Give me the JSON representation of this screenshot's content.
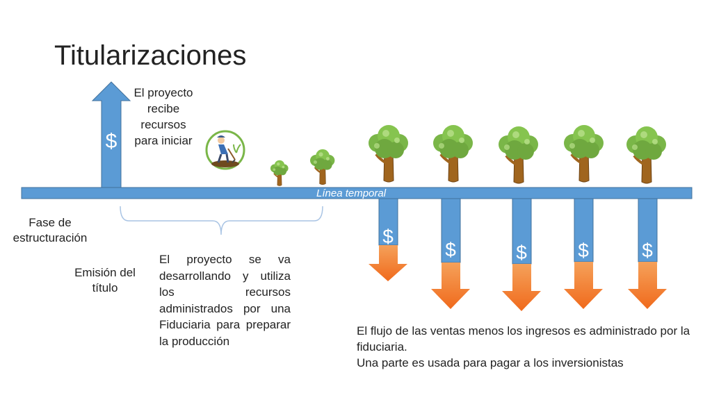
{
  "slide": {
    "title": "Titularizaciones",
    "timeline_label": "Línea temporal",
    "project_funding_note": "El proyecto recibe recursos para iniciar",
    "phase_label": "Fase de estructuración",
    "issuance_label": "Emisión del título",
    "development_note": "El proyecto se va desarrollando y utiliza los recursos administrados por una Fiduciaria para preparar la producción",
    "cashflow_note": [
      "El flujo de las ventas menos los ingresos es administrado por la fiduciaria.",
      "Una parte es usada para pagar a los inversionistas"
    ],
    "currency_symbol": "$"
  },
  "colors": {
    "arrow_blue": "#5b9bd5",
    "arrow_blue_dark": "#41719c",
    "arrow_orange": "#f07a2a",
    "tree_green": "#7ab648",
    "trunk_brown": "#a0651e",
    "bracket": "#a9c4e4"
  },
  "icons": {
    "farmer": "farmer-planting-icon",
    "tree": "tree-icon"
  }
}
